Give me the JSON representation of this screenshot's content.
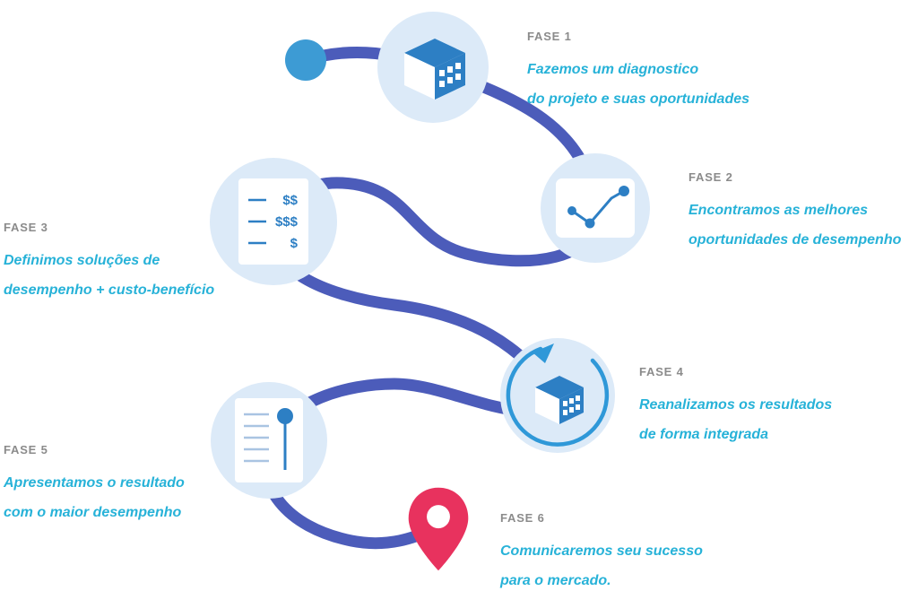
{
  "diagram_title": "Process roadmap with six phases",
  "colors": {
    "path": "#4c5cba",
    "node_background": "#dceaf8",
    "icon_blue": "#2d7fc4",
    "arc_blue": "#2f98d8",
    "accent_cyan": "#27b2d8",
    "label_gray": "#8b8b8b",
    "pin_pink": "#e8325e",
    "start_dot_blue": "#3d9bd4"
  },
  "phases": [
    {
      "label": "FASE 1",
      "line1": "Fazemos um diagnostico",
      "line2": "do projeto e suas oportunidades",
      "icon": "building-icon"
    },
    {
      "label": "FASE 2",
      "line1": "Encontramos as melhores",
      "line2": "oportunidades de desempenho",
      "icon": "scatter-chart-icon"
    },
    {
      "label": "FASE 3",
      "line1": "Definimos soluções de",
      "line2": "desempenho + custo-benefício",
      "icon": "price-list-icon"
    },
    {
      "label": "FASE 4",
      "line1": "Reanalizamos os resultados",
      "line2": "de forma integrada",
      "icon": "building-refresh-icon"
    },
    {
      "label": "FASE 5",
      "line1": "Apresentamos o resultado",
      "line2": "com o maior desempenho",
      "icon": "report-pin-icon"
    },
    {
      "label": "FASE 6",
      "line1": "Comunicaremos seu sucesso",
      "line2": "para o mercado.",
      "icon": "map-pin-icon"
    }
  ],
  "icons": {
    "price_rows": [
      "$$",
      "$$$",
      "$"
    ]
  }
}
